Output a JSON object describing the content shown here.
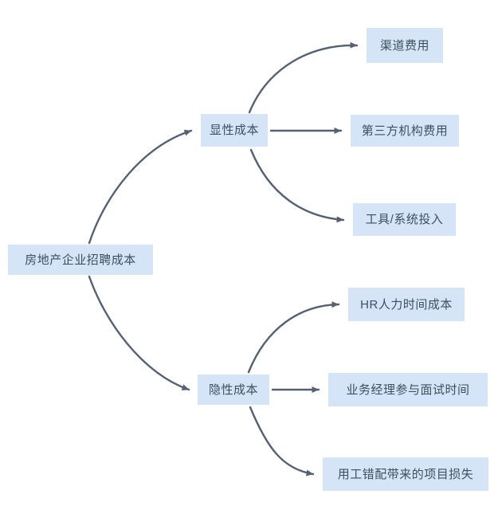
{
  "diagram": {
    "type": "mind-map-tree",
    "title_node": "房地产企业招聘成本",
    "colors": {
      "node_fill": "#d6e4f7",
      "node_text": "#3d4f63",
      "edge_stroke": "#556173",
      "background": "#ffffff"
    },
    "nodes": {
      "root": {
        "label": "房地产企业招聘成本"
      },
      "branch_explicit": {
        "label": "显性成本"
      },
      "branch_implicit": {
        "label": "隐性成本"
      },
      "explicit_children": [
        {
          "label": "渠道费用"
        },
        {
          "label": "第三方机构费用"
        },
        {
          "label": "工具/系统投入"
        }
      ],
      "implicit_children": [
        {
          "label": "HR人力时间成本"
        },
        {
          "label": "业务经理参与面试时间"
        },
        {
          "label": "用工错配带来的项目损失"
        }
      ]
    },
    "edges": [
      {
        "from": "房地产企业招聘成本",
        "to": "显性成本",
        "style": "curved-arrow"
      },
      {
        "from": "房地产企业招聘成本",
        "to": "隐性成本",
        "style": "curved-arrow"
      },
      {
        "from": "显性成本",
        "to": "渠道费用",
        "style": "curved-arrow"
      },
      {
        "from": "显性成本",
        "to": "第三方机构费用",
        "style": "straight-arrow"
      },
      {
        "from": "显性成本",
        "to": "工具/系统投入",
        "style": "curved-arrow"
      },
      {
        "from": "隐性成本",
        "to": "HR人力时间成本",
        "style": "curved-arrow"
      },
      {
        "from": "隐性成本",
        "to": "业务经理参与面试时间",
        "style": "straight-arrow"
      },
      {
        "from": "隐性成本",
        "to": "用工错配带来的项目损失",
        "style": "curved-arrow"
      }
    ]
  }
}
